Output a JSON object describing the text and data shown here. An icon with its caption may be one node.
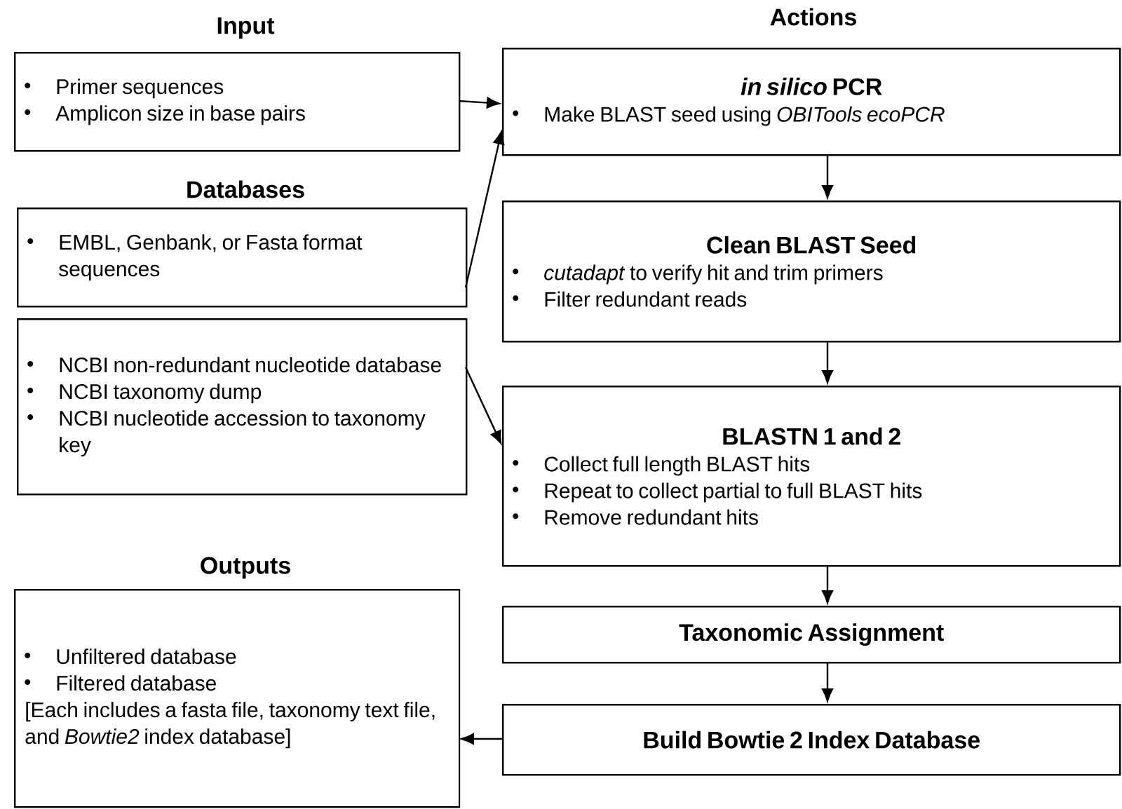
{
  "diagram": {
    "nodes": [
      {
        "text": [
          "Primer sequences",
          "Amplicon size in base pairs"
        ]
      },
      {
        "text": [
          "EMBL, Genbank, or Fasta format sequences"
        ]
      },
      {
        "text": [
          "NCBI non-redundant nucleotide database",
          "NCBI taxonomy dump",
          "NCBI nucleotide accession to taxonomy key"
        ]
      },
      {
        "text": [
          "Unfiltered database",
          "Filtered database",
          "[Each includes a fasta file, taxonomy text file, and *Bowtie2* index database]"
        ]
      },
      {
        "text": [
          "*in silico* PCR",
          "Make BLAST seed using *OBITools ecoPCR*"
        ]
      },
      {
        "text": [
          "Clean BLAST Seed",
          "*cutadapt* to verify hit and trim primers",
          "Filter redundant reads"
        ]
      },
      {
        "text": [
          "BLASTN 1 and 2",
          "Collect full length BLAST hits",
          "Repeat to collect partial to full BLAST hits",
          "Remove redundant hits"
        ]
      },
      {
        "text": [
          "Taxonomic Assignment"
        ]
      },
      {
        "text": [
          "Build Bowtie 2 Index Database"
        ]
      }
    ],
    "edges": [
      {
        "from": 0,
        "to": 4,
        "arrow": "to"
      },
      {
        "from": 1,
        "to": 4,
        "arrow": "to"
      },
      {
        "from": 2,
        "to": 6,
        "arrow": "to"
      },
      {
        "from": 4,
        "to": 5,
        "arrow": "to"
      },
      {
        "from": 5,
        "to": 6,
        "arrow": "to"
      },
      {
        "from": 6,
        "to": 7,
        "arrow": "to"
      },
      {
        "from": 7,
        "to": 8,
        "arrow": "to"
      },
      {
        "from": 8,
        "to": 3,
        "arrow": "to"
      }
    ],
    "labels": [
      "Actions",
      "Input",
      "Databases",
      "Outputs"
    ]
  }
}
